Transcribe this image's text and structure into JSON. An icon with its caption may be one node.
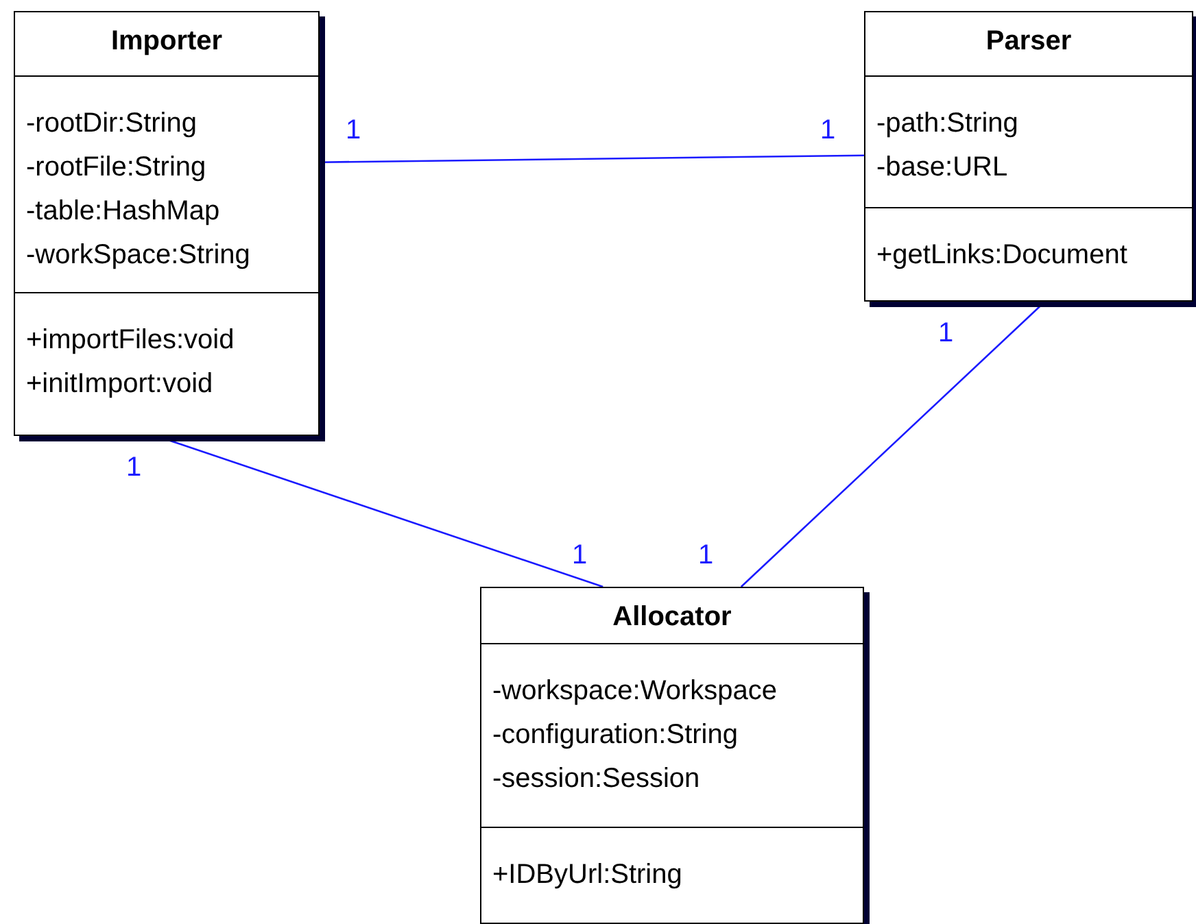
{
  "diagram": {
    "nodes": [
      {
        "text": [
          "Importer",
          "-rootDir:String",
          "-rootFile:String",
          "-table:HashMap",
          "-workSpace:String",
          "+importFiles:void",
          "+initImport:void"
        ]
      },
      {
        "text": [
          "Parser",
          "-path:String",
          "-base:URL",
          "+getLinks:Document"
        ]
      },
      {
        "text": [
          "Allocator",
          "-workspace:Workspace",
          "-configuration:String",
          "-session:Session",
          "+IDByUrl:String"
        ]
      }
    ],
    "edges": [
      {
        "from": 0,
        "to": 1,
        "arrow": "none"
      },
      {
        "from": 0,
        "to": 2,
        "arrow": "none"
      },
      {
        "from": 1,
        "to": 2,
        "arrow": "none"
      }
    ],
    "labels": [
      "1",
      "1",
      "1",
      "1",
      "1",
      "1"
    ]
  }
}
